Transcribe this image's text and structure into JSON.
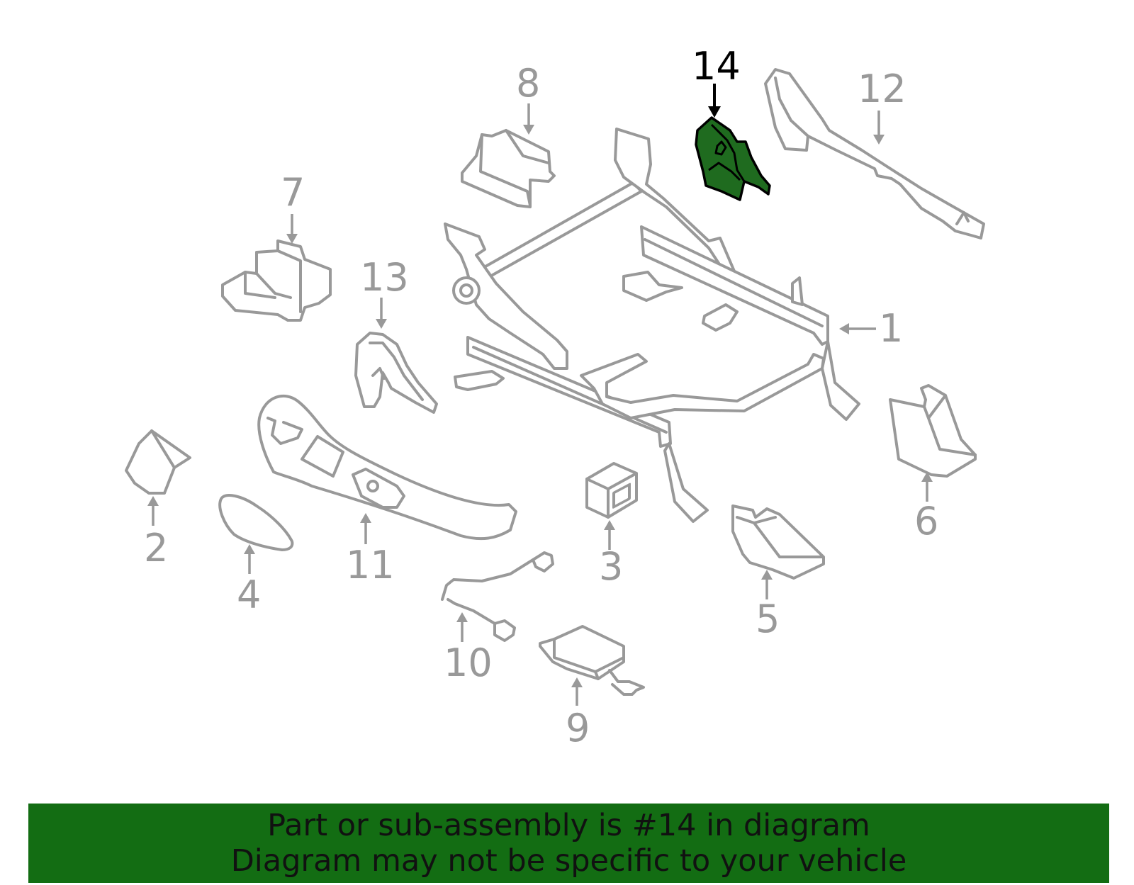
{
  "diagram": {
    "highlighted_part": "14",
    "callouts": [
      "1",
      "2",
      "3",
      "4",
      "5",
      "6",
      "7",
      "8",
      "9",
      "10",
      "11",
      "12",
      "13",
      "14"
    ]
  },
  "banner": {
    "line1": "Part or sub-assembly is #14 in diagram",
    "line2": "Diagram may not be specific to your vehicle"
  },
  "colors": {
    "highlight_fill": "#1f6b1f",
    "banner_bg": "#136d13",
    "part_stroke": "#999999",
    "text_dark": "#111111"
  }
}
